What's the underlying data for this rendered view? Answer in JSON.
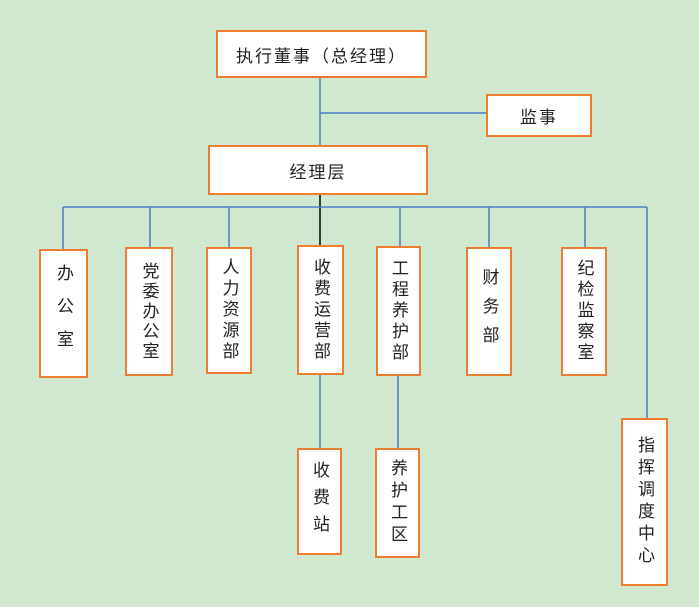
{
  "diagram": {
    "top": "执行董事（总经理）",
    "supervisor": "监事",
    "management": "经理层",
    "departments": {
      "office": "办公室",
      "party_office": "党委办公室",
      "hr": "人力资源部",
      "toll_ops": "收费运营部",
      "maintenance": "工程养护部",
      "finance": "财务部",
      "discipline": "纪检监察室",
      "dispatch": "指挥调度中心"
    },
    "subunits": {
      "toll_station": "收费站",
      "maintenance_area": "养护工区"
    }
  },
  "colors": {
    "background": "#cfe8cf",
    "box_border": "#ed7d31",
    "connector_blue": "#4a7fc1",
    "connector_black": "#000000"
  }
}
